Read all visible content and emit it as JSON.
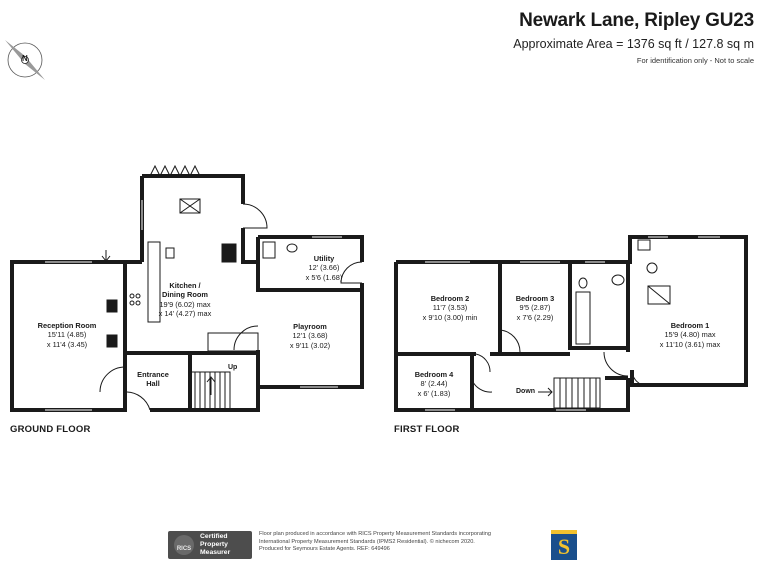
{
  "header": {
    "title": "Newark Lane, Ripley GU23",
    "area": "Approximate Area = 1376 sq ft / 127.8 sq m",
    "note": "For identification only - Not to scale"
  },
  "compass": {
    "north_letter": "N"
  },
  "ground_floor": {
    "label": "GROUND FLOOR",
    "rooms": {
      "reception": {
        "name": "Reception Room",
        "dims": [
          "15'11 (4.85)",
          "x 11'4 (3.45)"
        ]
      },
      "kitchen": {
        "name": [
          "Kitchen /",
          "Dining Room"
        ],
        "dims": [
          "19'9 (6.02) max",
          "x 14' (4.27) max"
        ]
      },
      "utility": {
        "name": "Utility",
        "dims": [
          "12' (3.66)",
          "x 5'6 (1.68)"
        ]
      },
      "playroom": {
        "name": "Playroom",
        "dims": [
          "12'1 (3.68)",
          "x 9'11 (3.02)"
        ]
      },
      "hall": {
        "name": [
          "Entrance",
          "Hall"
        ]
      }
    },
    "stairs_label": "Up"
  },
  "first_floor": {
    "label": "FIRST FLOOR",
    "rooms": {
      "bedroom2": {
        "name": "Bedroom 2",
        "dims": [
          "11'7 (3.53)",
          "x 9'10 (3.00) min"
        ]
      },
      "bedroom3": {
        "name": "Bedroom 3",
        "dims": [
          "9'5 (2.87)",
          "x 7'6 (2.29)"
        ]
      },
      "bedroom1": {
        "name": "Bedroom 1",
        "dims": [
          "15'9 (4.80) max",
          "x 11'10 (3.61) max"
        ]
      },
      "bedroom4": {
        "name": "Bedroom 4",
        "dims": [
          "8' (2.44)",
          "x 6' (1.83)"
        ]
      }
    },
    "stairs_label": "Down"
  },
  "footer": {
    "rics": {
      "mark": "RICS",
      "line1": "Certified",
      "line2": "Property",
      "line3": "Measurer"
    },
    "legal_lines": [
      "Floor plan produced in accordance with RICS Property Measurement Standards incorporating",
      "International Property Measurement Standards (IPMS2 Residential).  © nichecom 2020.",
      "Produced for Seymours Estate Agents.   REF:  649496"
    ],
    "badge_letter": "S"
  },
  "colors": {
    "wall": "#1a1a1a",
    "badge_blue": "#1a4f8c",
    "badge_yellow": "#f2c12e",
    "rics_grey": "#4d4d4d"
  }
}
